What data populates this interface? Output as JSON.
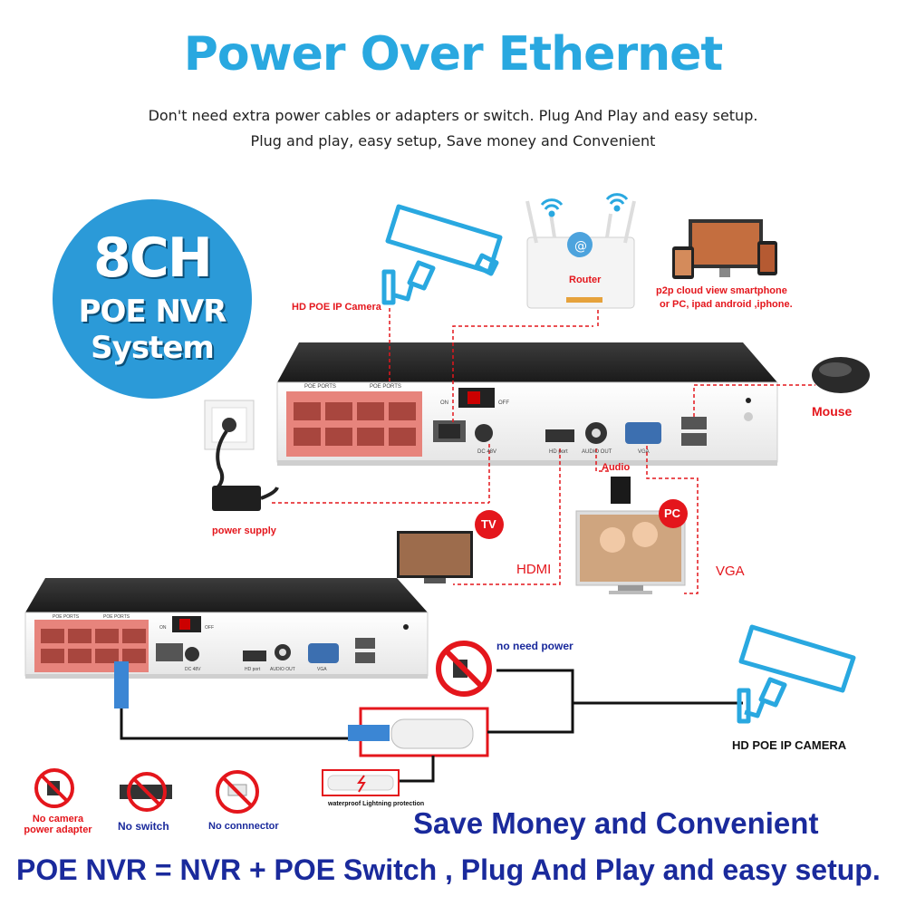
{
  "header": {
    "title": "Power Over Ethernet",
    "subtitle_line1": "Don't need extra power cables or adapters or switch. Plug And Play and easy setup.",
    "subtitle_line2": "Plug and play, easy setup, Save money and Convenient"
  },
  "badge": {
    "line1": "8CH",
    "line2": "POE NVR",
    "line3": "System"
  },
  "top_diagram": {
    "camera_label": "HD POE IP Camera",
    "router_label": "Router",
    "cloud_label_line1": "p2p cloud  view smartphone",
    "cloud_label_line2": "or PC, ipad android ,iphone.",
    "mouse_label": "Mouse",
    "power_label": "power supply",
    "audio_label": "Audio",
    "tv_badge": "TV",
    "pc_badge": "PC",
    "hdmi_label": "HDMI",
    "vga_label": "VGA",
    "nvr_panel": {
      "poe_ports_1": "POE PORTS",
      "poe_ports_2": "POE PORTS",
      "on": "ON",
      "off": "OFF",
      "dc": "DC 48V",
      "hd_port": "HD port",
      "audio_out": "AUDIO OUT",
      "vga": "VGA"
    }
  },
  "bottom_diagram": {
    "no_need_power": "no need power",
    "camera_label": "HD POE IP CAMERA",
    "waterproof": "waterproof Lightning protection",
    "no_adapter_line1": "No camera",
    "no_adapter_line2": "power adapter",
    "no_switch": "No switch",
    "no_connector": "No connnector",
    "nvr_panel": {
      "poe_ports_1": "POE PORTS",
      "poe_ports_2": "POE PORTS",
      "on": "ON",
      "off": "OFF",
      "dc": "DC 48V",
      "hd_port": "HD port",
      "audio_out": "AUDIO OUT",
      "vga": "VGA"
    }
  },
  "footer": {
    "save": "Save Money and Convenient",
    "equation": "POE NVR = NVR + POE Switch , Plug And Play and easy setup."
  },
  "colors": {
    "title_blue": "#29a8e0",
    "badge_blue": "#2b9ad8",
    "accent_red": "#e4161c",
    "footer_navy": "#1a2a9c",
    "port_salmon": "#e7847c"
  }
}
